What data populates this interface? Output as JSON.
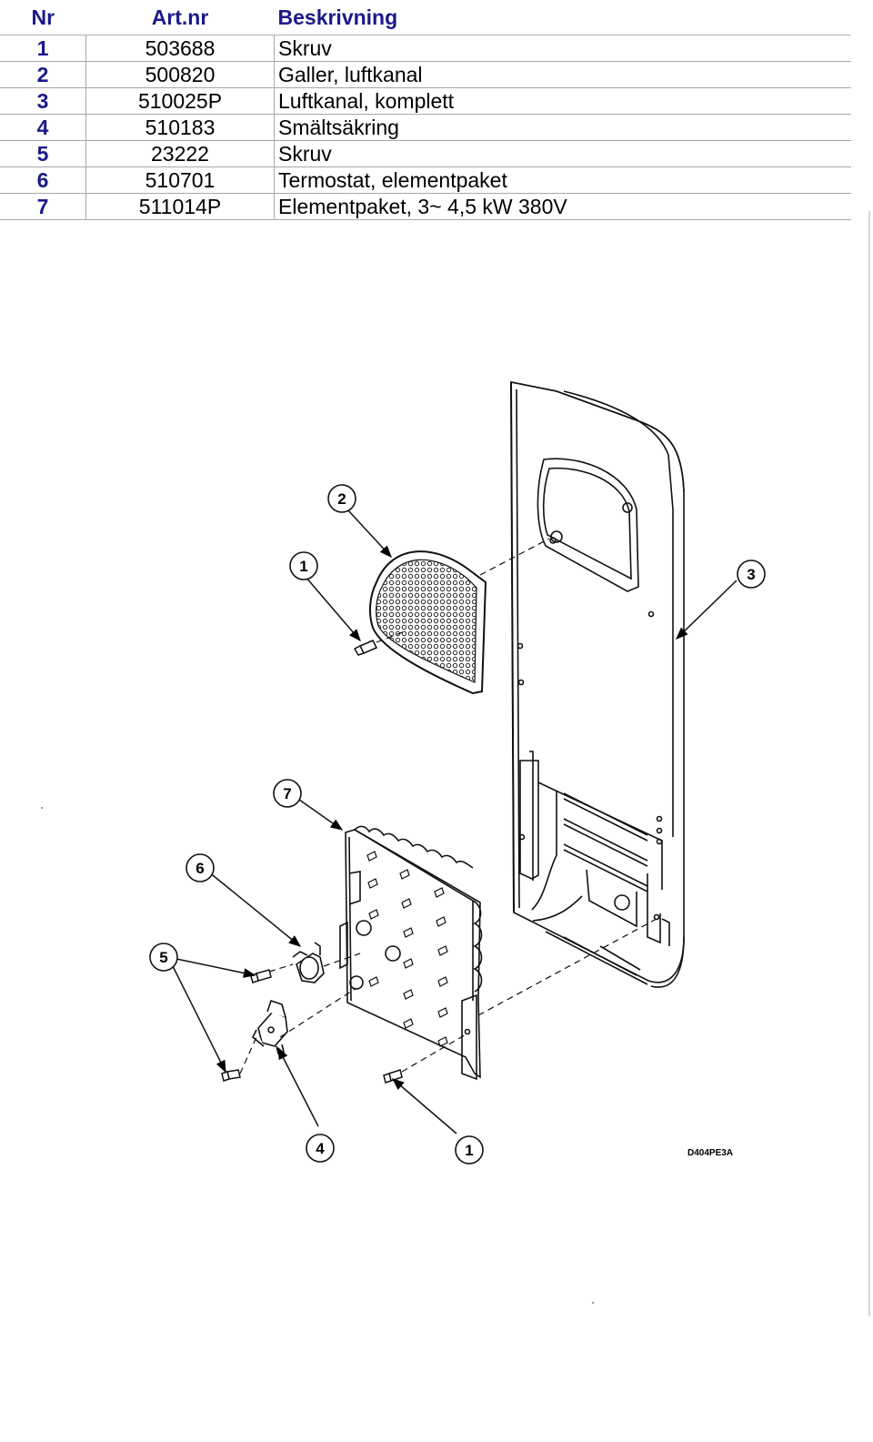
{
  "table": {
    "headers": {
      "nr": "Nr",
      "art": "Art.nr",
      "desc": "Beskrivning"
    },
    "rows": [
      {
        "nr": "1",
        "art": "503688",
        "desc": "Skruv"
      },
      {
        "nr": "2",
        "art": "500820",
        "desc": "Galler, luftkanal"
      },
      {
        "nr": "3",
        "art": "510025P",
        "desc": "Luftkanal, komplett"
      },
      {
        "nr": "4",
        "art": "510183",
        "desc": "Smältsäkring"
      },
      {
        "nr": "5",
        "art": "23222",
        "desc": "Skruv"
      },
      {
        "nr": "6",
        "art": "510701",
        "desc": "Termostat, elementpaket"
      },
      {
        "nr": "7",
        "art": "511014P",
        "desc": "Elementpaket, 3~ 4,5 kW 380V"
      }
    ]
  },
  "diagram": {
    "callouts": {
      "c1a": "1",
      "c1b": "1",
      "c2": "2",
      "c3": "3",
      "c4": "4",
      "c5": "5",
      "c6": "6",
      "c7": "7"
    },
    "drawing_code": "D404PE3A"
  }
}
